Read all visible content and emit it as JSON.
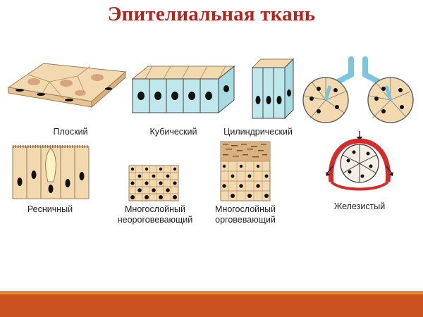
{
  "slide": {
    "title": "Эпителиальная ткань",
    "labels": {
      "flat": "Плоский",
      "cubic": "Кубический",
      "cylindrical": "Цилиндрический",
      "ciliated": "Ресничный",
      "stratified_nonkeratinized_1": "Многослойный",
      "stratified_nonkeratinized_2": "неороговевающий",
      "stratified_keratinized_1": "Многослойный",
      "stratified_keratinized_2": "орговевающий",
      "glandular": "Железистый"
    }
  },
  "colors": {
    "title": "#b3231e",
    "cell_beige": "#f3d9b0",
    "cell_cyan": "#bfe8ec",
    "nucleus": "#111111",
    "gland_red": "#d52b2b",
    "bar_orange": "#e6892e",
    "bar_red": "#c9521f"
  }
}
